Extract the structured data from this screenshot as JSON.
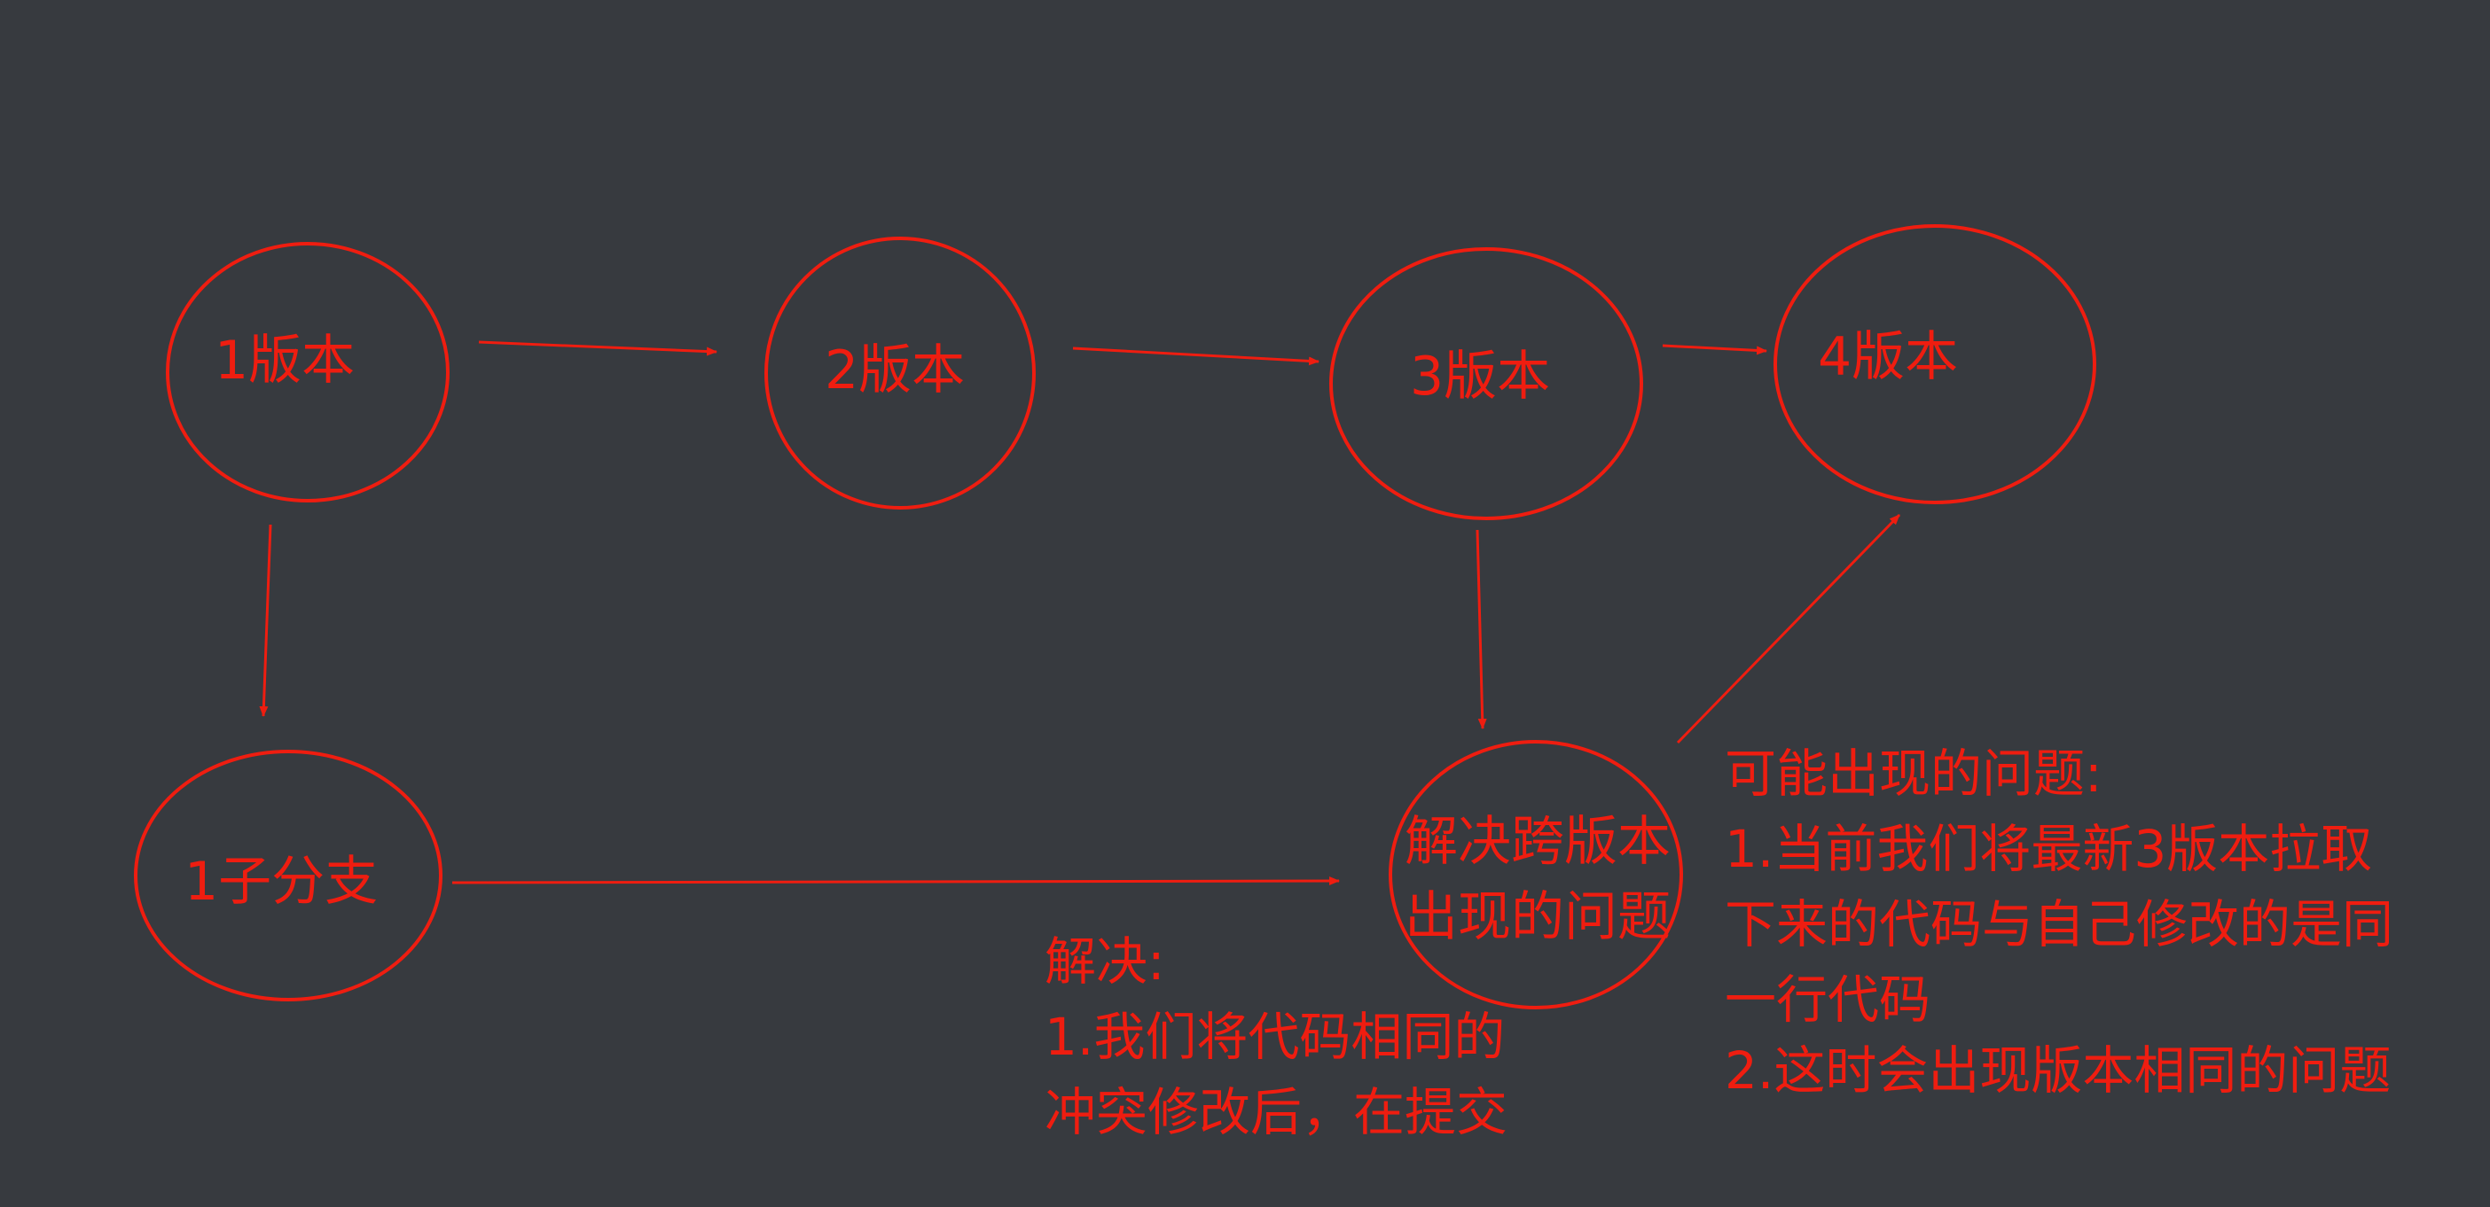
{
  "colors": {
    "background": "#373a3f",
    "accent": "#ef1d10"
  },
  "nodes": {
    "v1": {
      "label": "1版本"
    },
    "v2": {
      "label": "2版本"
    },
    "v3": {
      "label": "3版本"
    },
    "v4": {
      "label": "4版本"
    },
    "branch1": {
      "label": "1子分支"
    },
    "resolve": {
      "lines": [
        "解决跨版本",
        "出现的问题"
      ]
    }
  },
  "notes": {
    "solution": {
      "lines": [
        "解决:",
        "1.我们将代码相同的",
        "冲突修改后，在提交"
      ]
    },
    "problems": {
      "lines": [
        "可能出现的问题:",
        "1.当前我们将最新3版本拉取",
        "下来的代码与自己修改的是同",
        "一行代码",
        "2.这时会出现版本相同的问题"
      ]
    }
  }
}
